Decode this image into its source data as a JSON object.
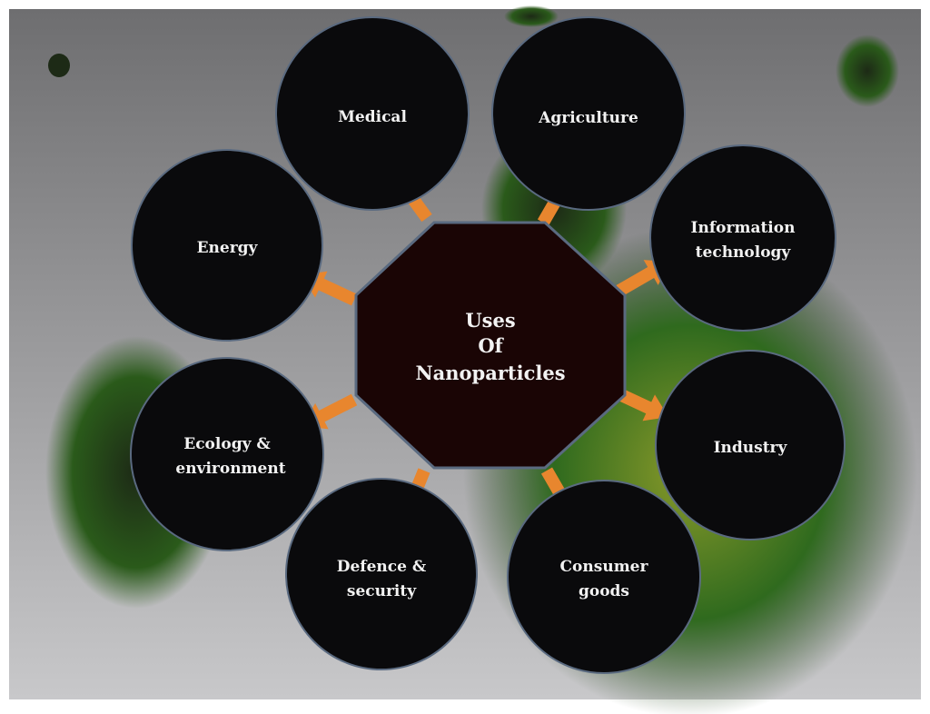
{
  "center": {
    "line1": "Uses",
    "line2": "Of",
    "line3": "Nanoparticles"
  },
  "nodes": {
    "medical": {
      "line1": "Medical"
    },
    "agriculture": {
      "line1": "Agriculture"
    },
    "energy": {
      "line1": "Energy"
    },
    "information_technology": {
      "line1": "Information",
      "line2": "technology"
    },
    "ecology": {
      "line1": "Ecology &",
      "line2": "environment"
    },
    "industry": {
      "line1": "Industry"
    },
    "defence": {
      "line1": "Defence &",
      "line2": "security"
    },
    "consumer_goods": {
      "line1": "Consumer",
      "line2": "goods"
    }
  },
  "colors": {
    "arrow": "#e8862e",
    "node": "#0a0a0c",
    "center": "#1a0505",
    "background_top": "#6e6e70",
    "background_bottom": "#c4c4c6"
  }
}
